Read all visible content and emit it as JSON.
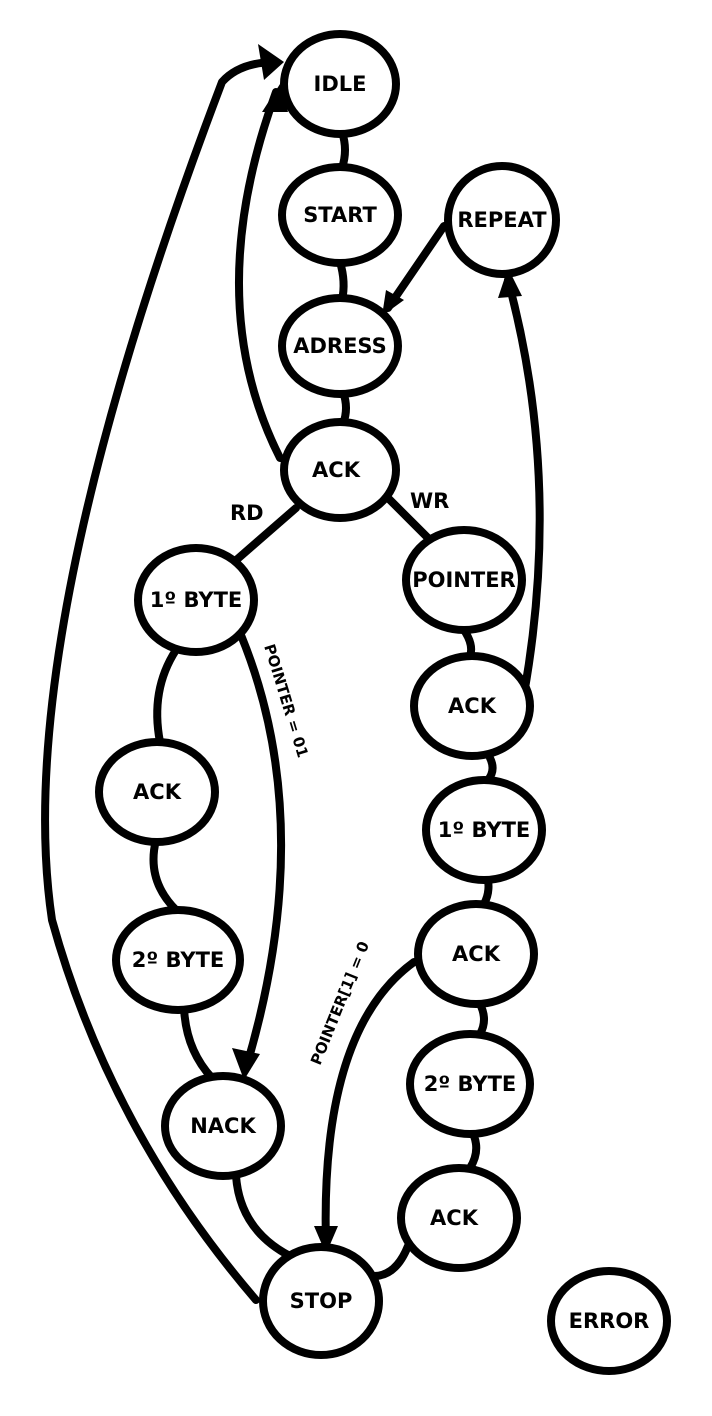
{
  "states": {
    "idle": "IDLE",
    "start": "START",
    "repeat": "REPEAT",
    "adress": "ADRESS",
    "ack_main": "ACK",
    "byte1_rd": "1º BYTE",
    "pointer": "POINTER",
    "ack_rd_1": "ACK",
    "ack_wr_1": "ACK",
    "byte1_wr": "1º BYTE",
    "byte2_rd": "2º BYTE",
    "ack_wr_2": "ACK",
    "nack": "NACK",
    "byte2_wr": "2º BYTE",
    "ack_wr_3": "ACK",
    "stop": "STOP",
    "error": "ERROR"
  },
  "transitions": {
    "rd": "RD",
    "wr": "WR",
    "pointer_01": "POINTER = 01",
    "pointer_1_0": "POINTER[1] = 0"
  }
}
